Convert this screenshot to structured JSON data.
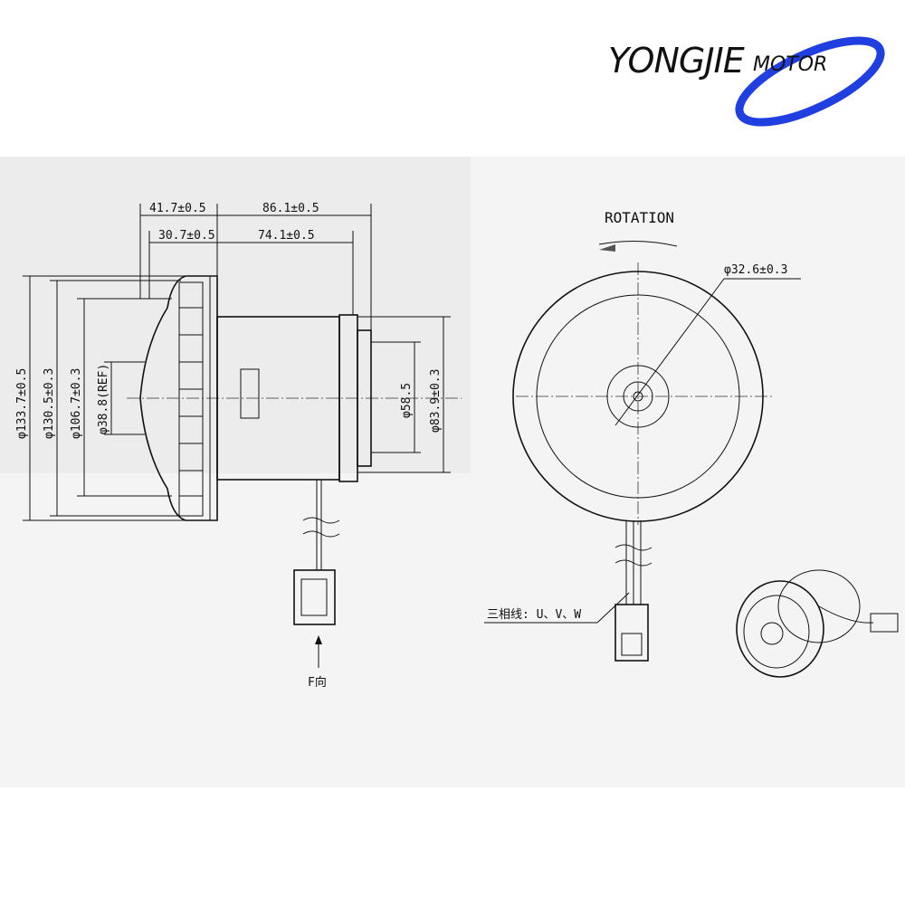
{
  "logo": {
    "brand": "YONGJIE",
    "suffix": "MOTOR",
    "accent_color": "#1f3fe0"
  },
  "side_view": {
    "dims_top": [
      "41.7±0.5",
      "86.1±0.5",
      "30.7±0.5",
      "74.1±0.5"
    ],
    "dims_left": [
      "φ133.7±0.5",
      "φ130.5±0.3",
      "φ106.7±0.3",
      "φ38.8(REF)"
    ],
    "dims_right": [
      "φ58.5",
      "φ83.9±0.3"
    ],
    "view_direction": "F向"
  },
  "front_view": {
    "rotation_label": "ROTATION",
    "shaft_dim": "φ32.6±0.3",
    "wire_label": "三相线: U、V、W"
  }
}
